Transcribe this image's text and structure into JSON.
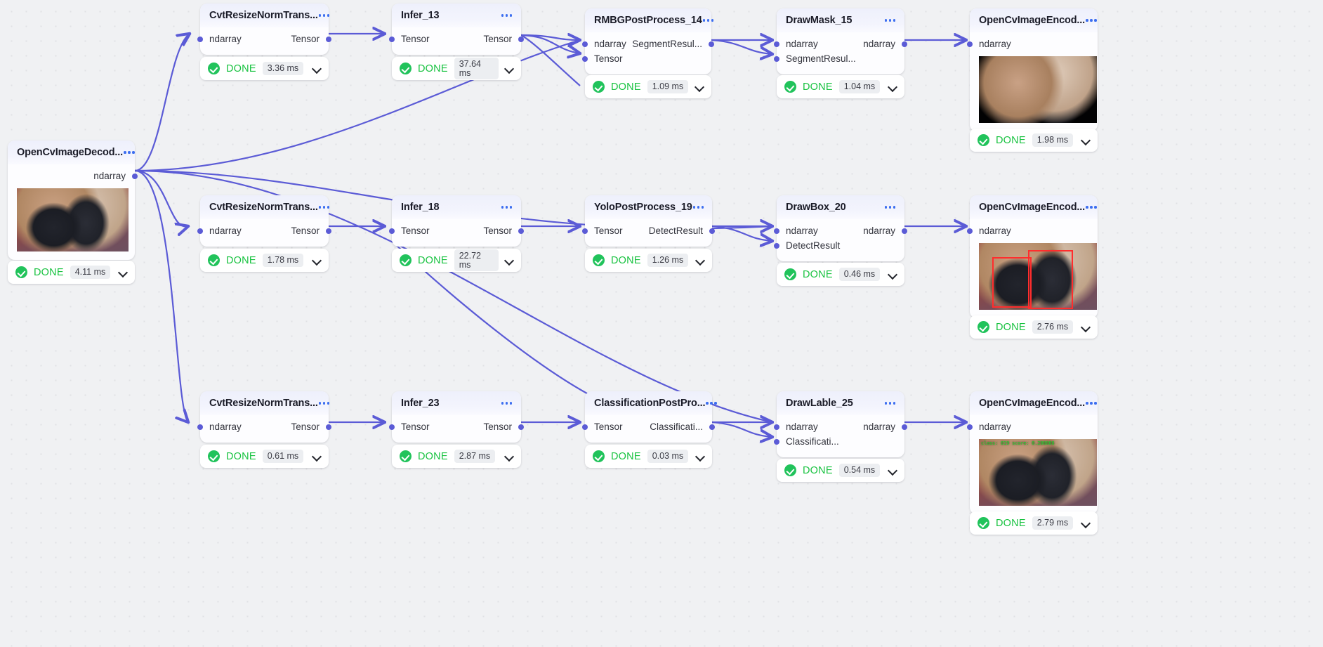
{
  "canvas": {
    "background_color": "#f0f1f3",
    "edge_color": "#5b5bd6",
    "accent_color": "#5b5bd6"
  },
  "status_common": {
    "label": "DONE",
    "status_color": "#17c23f",
    "menu_icon": "ellipsis-icon",
    "chevron_icon": "chevron-down-icon"
  },
  "nodes": [
    {
      "id": "decode",
      "title": "OpenCvImageDecod...",
      "inputs": [],
      "outputs": [
        "ndarray"
      ],
      "has_thumbnail": true,
      "thumbnail": "color-photo-two-coaches",
      "status": {
        "label": "DONE",
        "time": "4.11 ms"
      }
    },
    {
      "id": "cvt_12",
      "title": "CvtResizeNormTrans...",
      "inputs": [
        "ndarray"
      ],
      "outputs": [
        "Tensor"
      ],
      "has_thumbnail": false,
      "status": {
        "label": "DONE",
        "time": "3.36 ms"
      }
    },
    {
      "id": "infer_13",
      "title": "Infer_13",
      "inputs": [
        "Tensor"
      ],
      "outputs": [
        "Tensor"
      ],
      "has_thumbnail": false,
      "status": {
        "label": "DONE",
        "time": "37.64 ms"
      }
    },
    {
      "id": "rmbg_14",
      "title": "RMBGPostProcess_14",
      "inputs": [
        "ndarray",
        "Tensor"
      ],
      "outputs": [
        "SegmentResul..."
      ],
      "has_thumbnail": false,
      "status": {
        "label": "DONE",
        "time": "1.09 ms"
      }
    },
    {
      "id": "drawmask_15",
      "title": "DrawMask_15",
      "inputs": [
        "ndarray",
        "SegmentResul..."
      ],
      "outputs": [
        "ndarray"
      ],
      "has_thumbnail": false,
      "status": {
        "label": "DONE",
        "time": "1.04 ms"
      }
    },
    {
      "id": "encode_16",
      "title": "OpenCvImageEncod...",
      "inputs": [
        "ndarray"
      ],
      "outputs": [],
      "has_thumbnail": true,
      "thumbnail": "black-background-photo",
      "status": {
        "label": "DONE",
        "time": "1.98 ms"
      }
    },
    {
      "id": "cvt_17",
      "title": "CvtResizeNormTrans...",
      "inputs": [
        "ndarray"
      ],
      "outputs": [
        "Tensor"
      ],
      "has_thumbnail": false,
      "status": {
        "label": "DONE",
        "time": "1.78 ms"
      }
    },
    {
      "id": "infer_18",
      "title": "Infer_18",
      "inputs": [
        "Tensor"
      ],
      "outputs": [
        "Tensor"
      ],
      "has_thumbnail": false,
      "status": {
        "label": "DONE",
        "time": "22.72 ms"
      }
    },
    {
      "id": "yolo_19",
      "title": "YoloPostProcess_19",
      "inputs": [
        "Tensor"
      ],
      "outputs": [
        "DetectResult"
      ],
      "has_thumbnail": false,
      "status": {
        "label": "DONE",
        "time": "1.26 ms"
      }
    },
    {
      "id": "drawbox_20",
      "title": "DrawBox_20",
      "inputs": [
        "ndarray",
        "DetectResult"
      ],
      "outputs": [
        "ndarray"
      ],
      "has_thumbnail": false,
      "status": {
        "label": "DONE",
        "time": "0.46 ms"
      }
    },
    {
      "id": "encode_21",
      "title": "OpenCvImageEncod...",
      "inputs": [
        "ndarray"
      ],
      "outputs": [],
      "has_thumbnail": true,
      "thumbnail": "photo-with-detection-boxes",
      "status": {
        "label": "DONE",
        "time": "2.76 ms"
      }
    },
    {
      "id": "cvt_22",
      "title": "CvtResizeNormTrans...",
      "inputs": [
        "ndarray"
      ],
      "outputs": [
        "Tensor"
      ],
      "has_thumbnail": false,
      "status": {
        "label": "DONE",
        "time": "0.61 ms"
      }
    },
    {
      "id": "infer_23",
      "title": "Infer_23",
      "inputs": [
        "Tensor"
      ],
      "outputs": [
        "Tensor"
      ],
      "has_thumbnail": false,
      "status": {
        "label": "DONE",
        "time": "2.87 ms"
      }
    },
    {
      "id": "cls_24",
      "title": "ClassificationPostPro...",
      "inputs": [
        "Tensor"
      ],
      "outputs": [
        "Classificati..."
      ],
      "has_thumbnail": false,
      "status": {
        "label": "DONE",
        "time": "0.03 ms"
      }
    },
    {
      "id": "drawlable_25",
      "title": "DrawLable_25",
      "inputs": [
        "ndarray",
        "Classificati..."
      ],
      "outputs": [
        "ndarray"
      ],
      "has_thumbnail": false,
      "status": {
        "label": "DONE",
        "time": "0.54 ms"
      }
    },
    {
      "id": "encode_26",
      "title": "OpenCvImageEncod...",
      "inputs": [
        "ndarray"
      ],
      "outputs": [],
      "has_thumbnail": true,
      "thumbnail": "photo-with-class-label",
      "overlay_text": "class: 819 score: 0.208086",
      "status": {
        "label": "DONE",
        "time": "2.79 ms"
      }
    }
  ]
}
